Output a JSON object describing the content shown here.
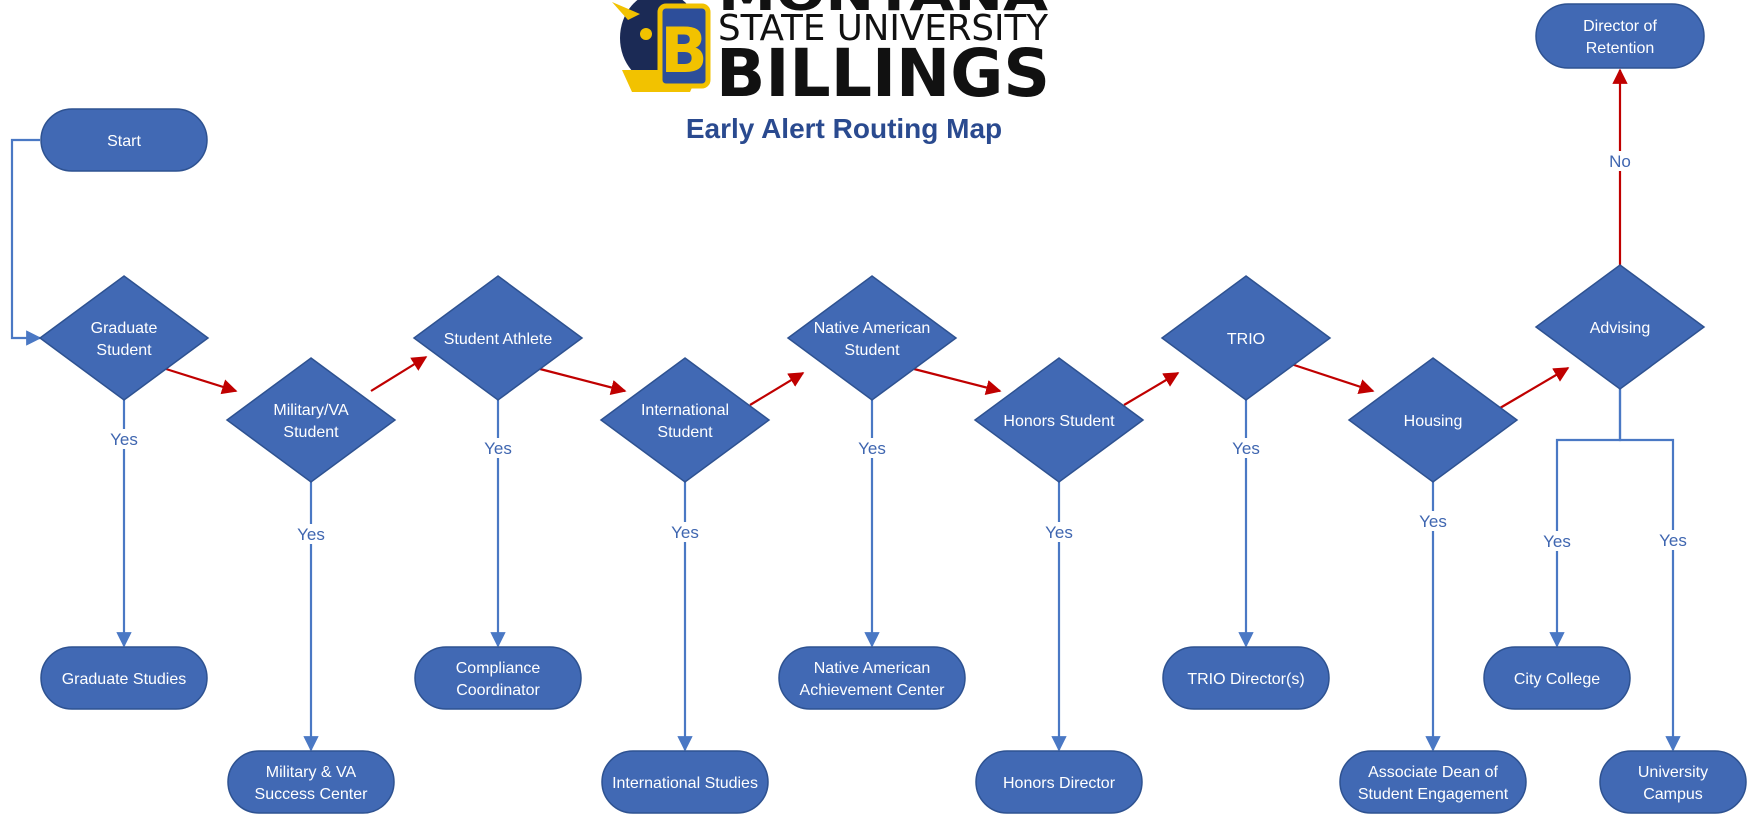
{
  "logo": {
    "line1": "MONTANA",
    "line2": "STATE UNIVERSITY",
    "line3": "BILLINGS",
    "mascot_icon": "yellowjacket-b-mascot-icon"
  },
  "title": "Early Alert Routing Map",
  "colors": {
    "node_fill": "#4169b4",
    "yes_edge": "#4a78c4",
    "no_edge": "#c00000",
    "title": "#2a4a8f"
  },
  "nodes": [
    {
      "id": "start",
      "shape": "terminal",
      "lines": [
        "Start"
      ]
    },
    {
      "id": "graduate_student",
      "shape": "decision",
      "lines": [
        "Graduate",
        "Student"
      ]
    },
    {
      "id": "military_va_student",
      "shape": "decision",
      "lines": [
        "Military/VA",
        "Student"
      ]
    },
    {
      "id": "student_athlete",
      "shape": "decision",
      "lines": [
        "Student Athlete"
      ]
    },
    {
      "id": "international_student",
      "shape": "decision",
      "lines": [
        "International",
        "Student"
      ]
    },
    {
      "id": "native_american_student",
      "shape": "decision",
      "lines": [
        "Native American",
        "Student"
      ]
    },
    {
      "id": "honors_student",
      "shape": "decision",
      "lines": [
        "Honors Student"
      ]
    },
    {
      "id": "trio",
      "shape": "decision",
      "lines": [
        "TRIO"
      ]
    },
    {
      "id": "housing",
      "shape": "decision",
      "lines": [
        "Housing"
      ]
    },
    {
      "id": "advising",
      "shape": "decision",
      "lines": [
        "Advising"
      ]
    },
    {
      "id": "director_of_retention",
      "shape": "terminal",
      "lines": [
        "Director of",
        "Retention"
      ]
    },
    {
      "id": "graduate_studies",
      "shape": "terminal",
      "lines": [
        "Graduate Studies"
      ]
    },
    {
      "id": "military_va_success_center",
      "shape": "terminal",
      "lines": [
        "Military & VA",
        "Success Center"
      ]
    },
    {
      "id": "compliance_coordinator",
      "shape": "terminal",
      "lines": [
        "Compliance",
        "Coordinator"
      ]
    },
    {
      "id": "international_studies",
      "shape": "terminal",
      "lines": [
        "International Studies"
      ]
    },
    {
      "id": "native_american_achievement_center",
      "shape": "terminal",
      "lines": [
        "Native American",
        "Achievement Center"
      ]
    },
    {
      "id": "honors_director",
      "shape": "terminal",
      "lines": [
        "Honors Director"
      ]
    },
    {
      "id": "trio_directors",
      "shape": "terminal",
      "lines": [
        "TRIO Director(s)"
      ]
    },
    {
      "id": "associate_dean",
      "shape": "terminal",
      "lines": [
        "Associate Dean of",
        "Student Engagement"
      ]
    },
    {
      "id": "city_college",
      "shape": "terminal",
      "lines": [
        "City College"
      ]
    },
    {
      "id": "university_campus",
      "shape": "terminal",
      "lines": [
        "University",
        "Campus"
      ]
    }
  ],
  "edges": [
    {
      "from": "start",
      "to": "graduate_student",
      "kind": "yes",
      "label": ""
    },
    {
      "from": "graduate_student",
      "to": "graduate_studies",
      "kind": "yes",
      "label": "Yes"
    },
    {
      "from": "graduate_student",
      "to": "military_va_student",
      "kind": "no",
      "label": ""
    },
    {
      "from": "military_va_student",
      "to": "military_va_success_center",
      "kind": "yes",
      "label": "Yes"
    },
    {
      "from": "military_va_student",
      "to": "student_athlete",
      "kind": "no",
      "label": ""
    },
    {
      "from": "student_athlete",
      "to": "compliance_coordinator",
      "kind": "yes",
      "label": "Yes"
    },
    {
      "from": "student_athlete",
      "to": "international_student",
      "kind": "no",
      "label": ""
    },
    {
      "from": "international_student",
      "to": "international_studies",
      "kind": "yes",
      "label": "Yes"
    },
    {
      "from": "international_student",
      "to": "native_american_student",
      "kind": "no",
      "label": ""
    },
    {
      "from": "native_american_student",
      "to": "native_american_achievement_center",
      "kind": "yes",
      "label": "Yes"
    },
    {
      "from": "native_american_student",
      "to": "honors_student",
      "kind": "no",
      "label": ""
    },
    {
      "from": "honors_student",
      "to": "honors_director",
      "kind": "yes",
      "label": "Yes"
    },
    {
      "from": "honors_student",
      "to": "trio",
      "kind": "no",
      "label": ""
    },
    {
      "from": "trio",
      "to": "trio_directors",
      "kind": "yes",
      "label": "Yes"
    },
    {
      "from": "trio",
      "to": "housing",
      "kind": "no",
      "label": ""
    },
    {
      "from": "housing",
      "to": "associate_dean",
      "kind": "yes",
      "label": "Yes"
    },
    {
      "from": "housing",
      "to": "advising",
      "kind": "no",
      "label": ""
    },
    {
      "from": "advising",
      "to": "director_of_retention",
      "kind": "no",
      "label": "No"
    },
    {
      "from": "advising",
      "to": "city_college",
      "kind": "yes",
      "label": "Yes"
    },
    {
      "from": "advising",
      "to": "university_campus",
      "kind": "yes",
      "label": "Yes"
    }
  ]
}
